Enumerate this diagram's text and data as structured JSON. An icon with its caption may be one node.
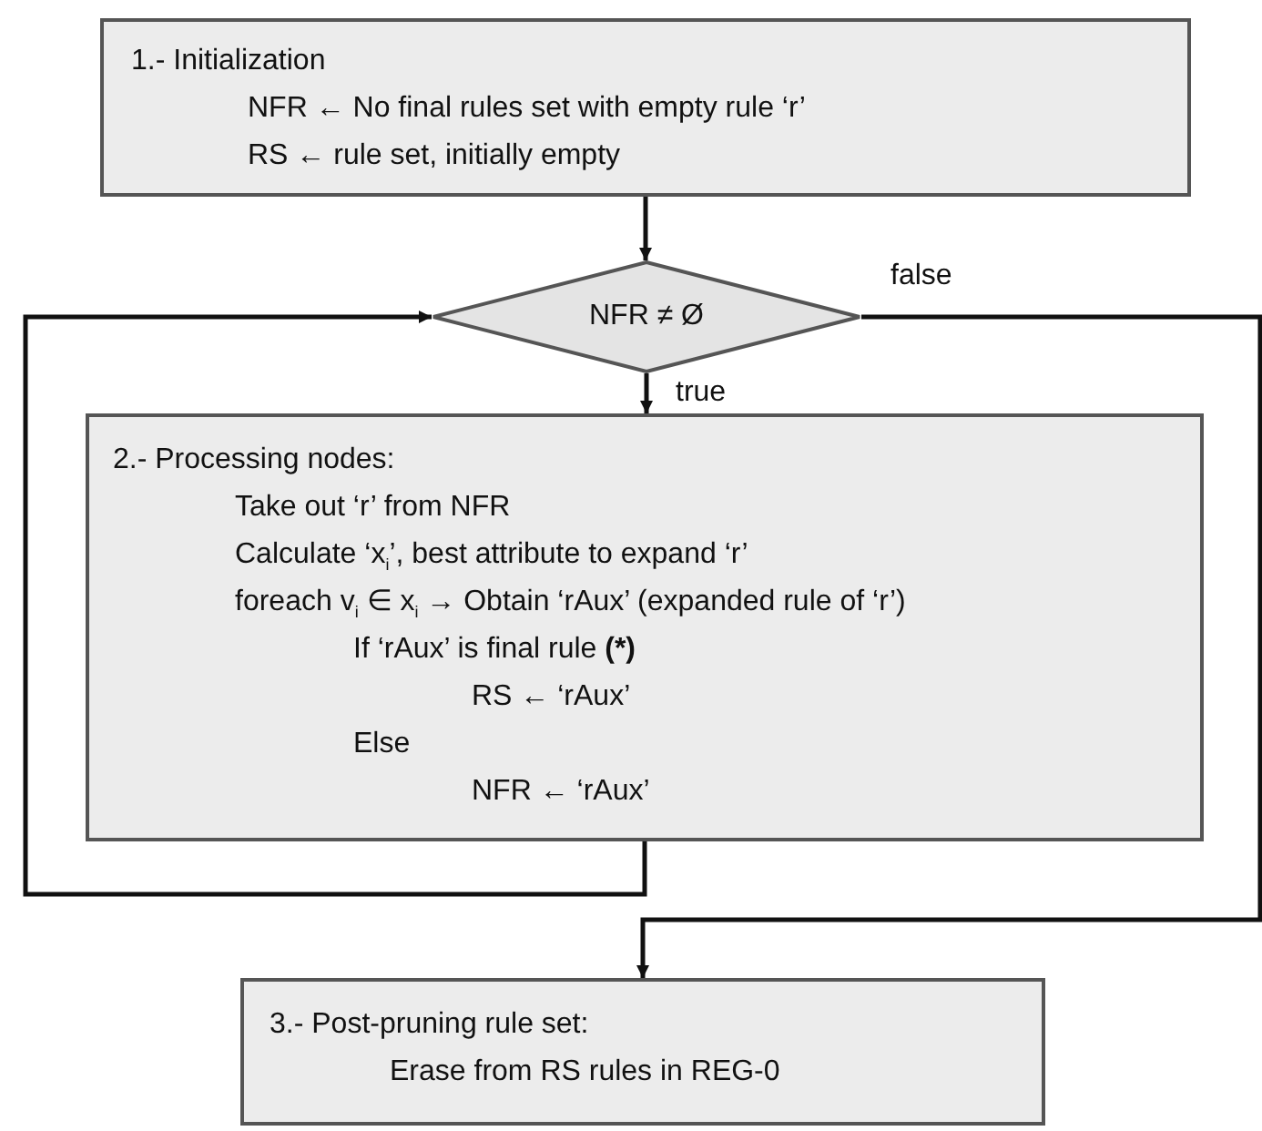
{
  "diagram": {
    "nodes": [
      {
        "text": [
          "1.- Initialization",
          "NFR ← No final rules set with empty rule ‘r’",
          "RS ← rule set, initially empty"
        ]
      },
      {
        "text": [
          "NFR ≠ Ø"
        ]
      },
      {
        "text": [
          "2.- Processing nodes:",
          "Take out ‘r’ from NFR",
          "Calculate ‘x$_{i}$’, best attribute to expand ‘r’",
          "foreach v$_{i}$ ∈ x$_{i}$ → Obtain ‘rAux’ (expanded rule of ‘r’)",
          "If ‘rAux’ is final rule **(*)**",
          "RS ← ‘rAux’",
          "Else",
          "NFR ← ‘rAux’"
        ]
      },
      {
        "text": [
          "3.- Post-pruning rule set:",
          "Erase from RS rules in REG-0"
        ]
      }
    ],
    "edges": [
      {
        "from": 0,
        "to": 1,
        "arrow": "to"
      },
      {
        "from": 1,
        "to": 2,
        "arrow": "to",
        "label": "true"
      },
      {
        "from": 2,
        "to": 1,
        "arrow": "to"
      },
      {
        "from": 1,
        "to": 3,
        "arrow": "to",
        "label": "false"
      }
    ]
  }
}
